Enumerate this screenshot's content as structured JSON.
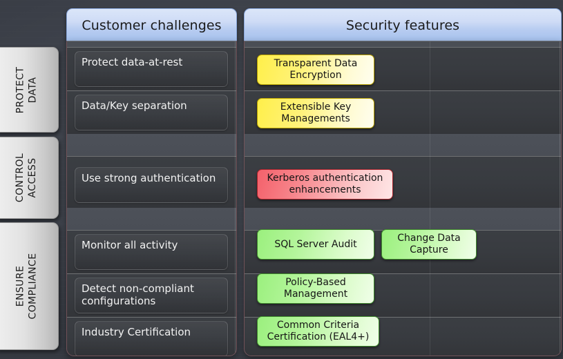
{
  "headers": {
    "left": "Customer challenges",
    "right": "Security features"
  },
  "side_tabs": [
    {
      "line1": "PROTECT",
      "line2": "DATA"
    },
    {
      "line1": "CONTROL",
      "line2": "ACCESS"
    },
    {
      "line1": "ENSURE",
      "line2": "COMPLIANCE"
    }
  ],
  "challenges": [
    {
      "label": "Protect data-at-rest"
    },
    {
      "label": "Data/Key separation"
    },
    {
      "label": "Use strong authentication"
    },
    {
      "label": "Monitor all activity"
    },
    {
      "label": "Detect non-compliant configurations"
    },
    {
      "label": "Industry Certification"
    }
  ],
  "features": [
    {
      "label": "Transparent Data Encryption",
      "color": "yellow"
    },
    {
      "label": "Extensible Key Managements",
      "color": "yellow"
    },
    {
      "label": "Kerberos authentication enhancements",
      "color": "red"
    },
    {
      "label": "SQL Server Audit",
      "color": "green"
    },
    {
      "label": "Change Data Capture",
      "color": "green"
    },
    {
      "label": "Policy-Based Management",
      "color": "green"
    },
    {
      "label": "Common Criteria Certification (EAL4+)",
      "color": "green"
    }
  ],
  "colors": {
    "background": "#3c4049",
    "header": "#b9cdf1",
    "panel": "#474b52",
    "row": "#383b40",
    "side_tab": "#d8d8d8",
    "yellow": "#fff27a",
    "red": "#f7868c",
    "green": "#b4f59b"
  }
}
